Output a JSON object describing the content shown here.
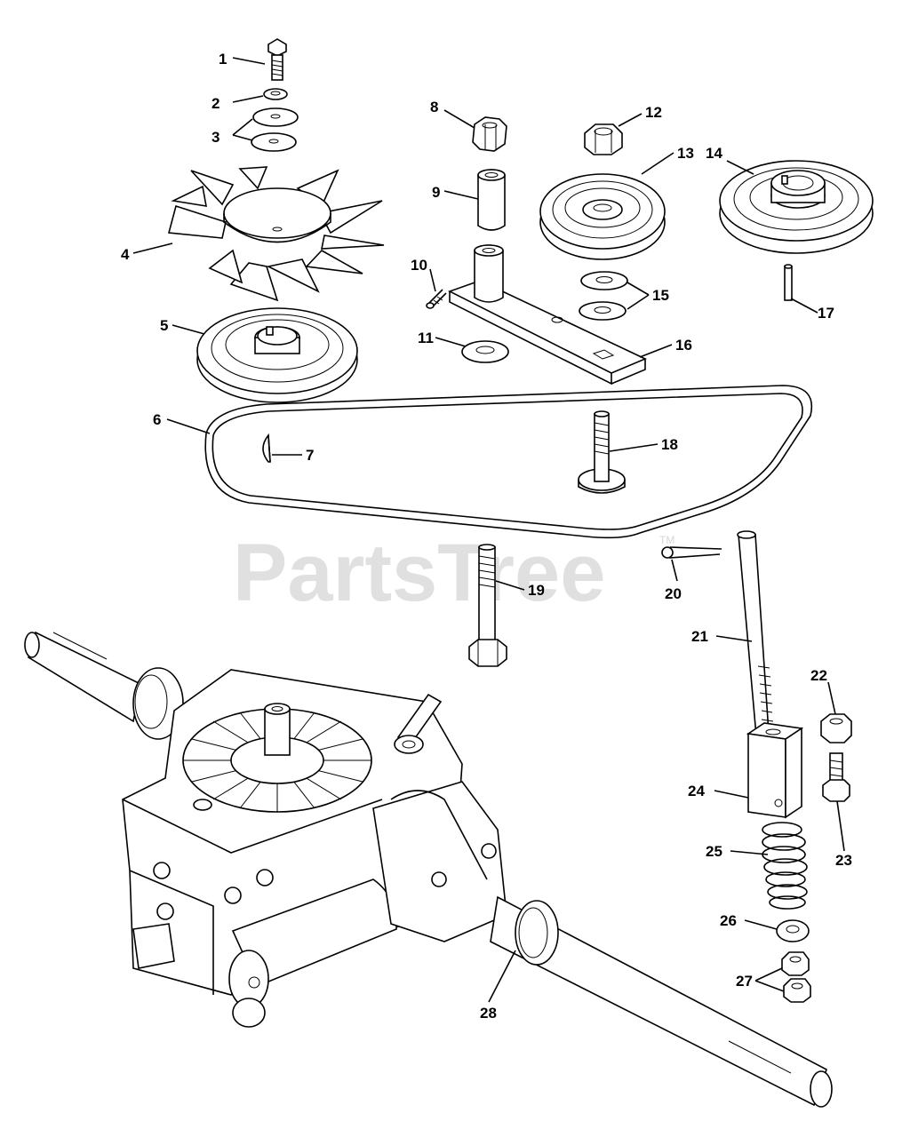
{
  "watermark": {
    "text": "PartsTree",
    "trademark": "TM"
  },
  "callouts": [
    {
      "num": "1",
      "name": "hex-bolt"
    },
    {
      "num": "2",
      "name": "lock-washer"
    },
    {
      "num": "3",
      "name": "flat-washers"
    },
    {
      "num": "4",
      "name": "cooling-fan"
    },
    {
      "num": "5",
      "name": "transmission-pulley"
    },
    {
      "num": "6",
      "name": "v-belt"
    },
    {
      "num": "7",
      "name": "woodruff-key"
    },
    {
      "num": "8",
      "name": "lock-nut"
    },
    {
      "num": "9",
      "name": "spacer"
    },
    {
      "num": "10",
      "name": "set-screw"
    },
    {
      "num": "11",
      "name": "washer"
    },
    {
      "num": "12",
      "name": "lock-nut"
    },
    {
      "num": "13",
      "name": "idler-pulley"
    },
    {
      "num": "14",
      "name": "drive-pulley"
    },
    {
      "num": "15",
      "name": "washers"
    },
    {
      "num": "16",
      "name": "idler-bracket"
    },
    {
      "num": "17",
      "name": "square-key"
    },
    {
      "num": "18",
      "name": "carriage-bolt"
    },
    {
      "num": "19",
      "name": "hex-bolt"
    },
    {
      "num": "20",
      "name": "cotter-pin"
    },
    {
      "num": "21",
      "name": "threaded-rod"
    },
    {
      "num": "22",
      "name": "hex-nut"
    },
    {
      "num": "23",
      "name": "bolt"
    },
    {
      "num": "24",
      "name": "block"
    },
    {
      "num": "25",
      "name": "spring"
    },
    {
      "num": "26",
      "name": "washer"
    },
    {
      "num": "27",
      "name": "lock-nuts"
    },
    {
      "num": "28",
      "name": "transaxle"
    }
  ]
}
